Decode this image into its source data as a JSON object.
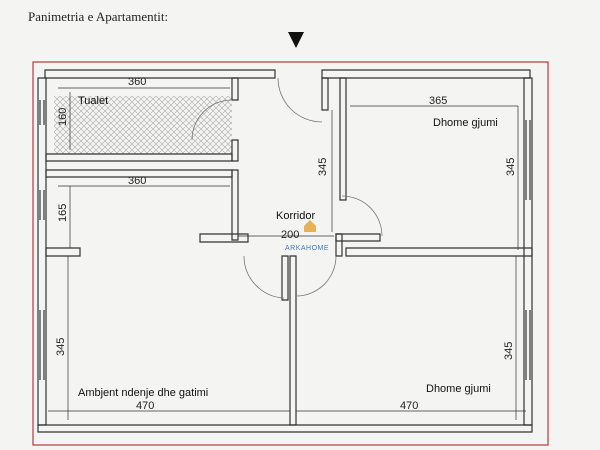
{
  "header": {
    "title": "Panimetria e Apartamentit:"
  },
  "rooms": {
    "toilet": "Tualet",
    "corridor": "Korridor",
    "bedroom_top": "Dhome gjumi",
    "living": "Ambjent ndenje dhe gatimi",
    "bedroom_bottom": "Dhome gjumi"
  },
  "dimensions": {
    "toilet_width": "360",
    "toilet_height": "160",
    "room2_width": "360",
    "room2_height": "165",
    "corridor_height": "345",
    "corridor_width": "200",
    "bedroom_top_width": "365",
    "bedroom_top_height": "345",
    "living_height": "345",
    "living_width": "470",
    "bedroom_bottom_width": "470",
    "bedroom_bottom_height": "345"
  },
  "watermark": {
    "brand": "ARKAHOME"
  },
  "colors": {
    "frame": "#b33a3a",
    "wall": "#333333",
    "hatch": "#9a9a9a",
    "watermark": "#4a78b0"
  }
}
